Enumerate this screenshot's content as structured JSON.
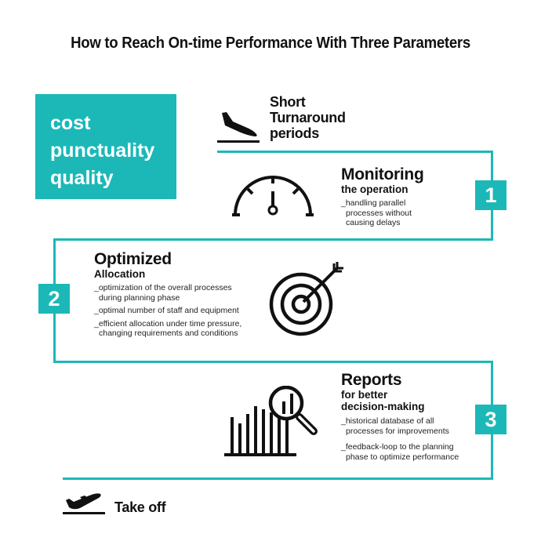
{
  "title": "How to Reach On-time Performance With Three Parameters",
  "parameters_box": {
    "items": [
      "cost",
      "punctuality",
      "quality"
    ],
    "color": "#1cb8b8"
  },
  "start": {
    "icon": "airplane-landing-icon",
    "lines": [
      "Short",
      "Turnaround",
      "periods"
    ]
  },
  "steps": [
    {
      "number": "1",
      "title": "Monitoring",
      "subtitle": [
        "the operation"
      ],
      "icon": "speedometer-gauge-icon",
      "bullets": [
        [
          "_handling parallel",
          "processes without",
          "causing delays"
        ]
      ]
    },
    {
      "number": "2",
      "title": "Optimized",
      "subtitle": [
        "Allocation"
      ],
      "icon": "target-arrow-icon",
      "bullets": [
        [
          "_optimization of the overall processes",
          "during planning phase"
        ],
        [
          "_optimal number of staff and equipment"
        ],
        [
          "_efficient allocation under time pressure,",
          "changing requirements and conditions"
        ]
      ]
    },
    {
      "number": "3",
      "title": "Reports",
      "subtitle": [
        "for better",
        "decision-making"
      ],
      "icon": "bar-chart-magnifier-icon",
      "bullets": [
        [
          "_historical database of all",
          "processes for improvements"
        ],
        [
          "_feedback-loop to the planning",
          "phase to optimize performance"
        ]
      ]
    }
  ],
  "end": {
    "icon": "airplane-takeoff-icon",
    "label": "Take off"
  },
  "colors": {
    "accent": "#1cb8b8",
    "text": "#111111",
    "background": "#ffffff"
  }
}
